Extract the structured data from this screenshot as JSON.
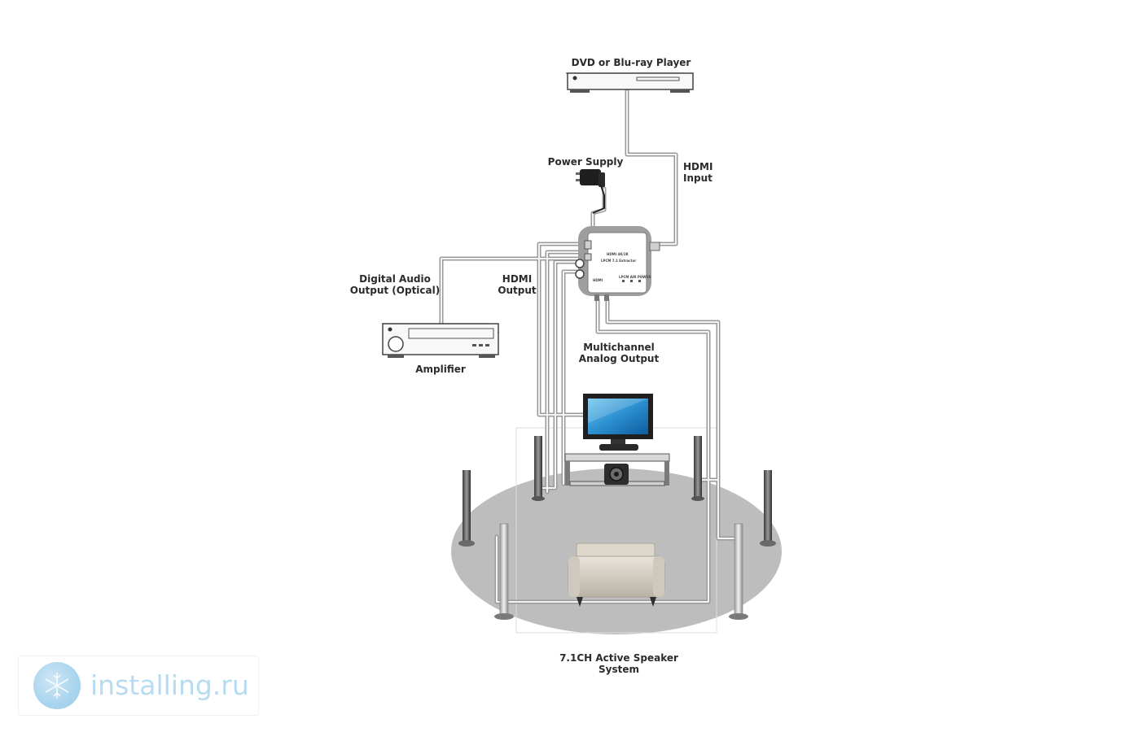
{
  "labels": {
    "dvd_player": "DVD or Blu-ray Player",
    "power_supply": "Power Supply",
    "hdmi_input": [
      "HDMI",
      "Input"
    ],
    "hdmi_output": [
      "HDMI",
      "Output"
    ],
    "digital_audio": [
      "Digital Audio",
      "Output (Optical)"
    ],
    "amplifier": "Amplifier",
    "multichannel": [
      "Multichannel",
      "Analog Output"
    ],
    "speaker_system": [
      "7.1CH Active Speaker",
      "System"
    ]
  },
  "device_text": {
    "line1": "HDMI 4K/2K",
    "line2": "LPCM 7.1 Extractor",
    "hdmi_tag": "HDMI",
    "port_tags": "LPCM  AIR  POWER"
  },
  "watermark": {
    "text": "installing.ru",
    "logo_icon": "snowflake-logo-icon"
  },
  "colors": {
    "cable": "#9a9a9a",
    "cable_inner": "#f4f4f4",
    "floor": "#bfbfbf",
    "screen": "#2b8fd0",
    "watermark_text": "#b7dbf1"
  }
}
